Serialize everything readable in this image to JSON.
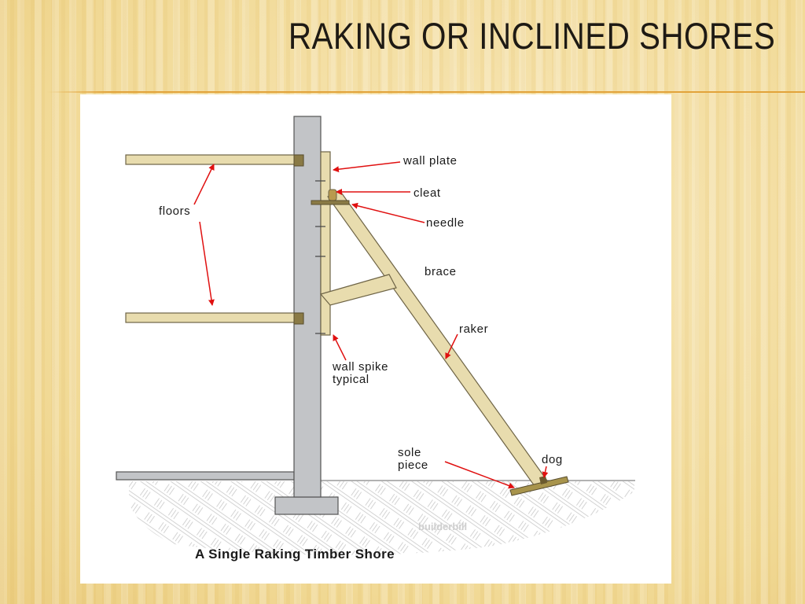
{
  "slide": {
    "title": "RAKING OR INCLINED SHORES"
  },
  "diagram": {
    "caption": "A Single Raking Timber Shore",
    "watermark": "builderbill",
    "labels": {
      "floors": "floors",
      "wall_plate": "wall plate",
      "cleat": "cleat",
      "needle": "needle",
      "brace": "brace",
      "raker": "raker",
      "wall_spike_line1": "wall spike",
      "wall_spike_line2": "typical",
      "sole_line1": "sole",
      "sole_line2": "piece",
      "dog": "dog"
    },
    "colors": {
      "timber": "#e8dcae",
      "timber_stroke": "#6e6446",
      "sole_piece": "#a8944c",
      "wall": "#c2c4c7",
      "wall_stroke": "#555555",
      "arrow": "#e01010",
      "accent_line": "#e2a33a"
    }
  }
}
